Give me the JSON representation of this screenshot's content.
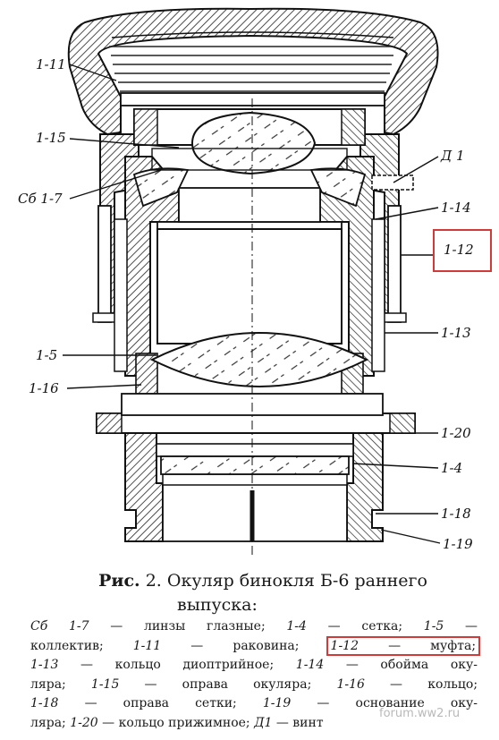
{
  "labels": {
    "l1_11": "1-11",
    "l1_15": "1-15",
    "lsb1_7": "Сб 1-7",
    "ld1": "Д 1",
    "l1_14": "1-14",
    "l1_12": "1-12",
    "l1_5": "1-5",
    "l1_13": "1-13",
    "l1_16": "1-16",
    "l1_20": "1-20",
    "l1_4": "1-4",
    "l1_18": "1-18",
    "l1_19": "1-19"
  },
  "caption": {
    "prefix": "Рис.",
    "number": "2.",
    "text1": "Окуляр бинокля Б-6 раннего",
    "text2": "выпуска:"
  },
  "legend": [
    {
      "code": "Сб 1-7",
      "text": "— линзы глазные;"
    },
    {
      "code": "1-4",
      "text": "— сетка;"
    },
    {
      "code": "1-5",
      "text": "—"
    },
    {
      "code": "",
      "text": "коллектив;"
    },
    {
      "code": "1-11",
      "text": "— раковина;"
    },
    {
      "code": "1-12",
      "text": "— муфта;"
    },
    {
      "code": "1-13",
      "text": "— кольцо диоптрийное;"
    },
    {
      "code": "1-14",
      "text": "— обойма оку-"
    },
    {
      "code": "",
      "text": "ляра;"
    },
    {
      "code": "1-15",
      "text": "— оправа окуляра;"
    },
    {
      "code": "1-16",
      "text": "— кольцо;"
    },
    {
      "code": "1-18",
      "text": "— оправа сетки;"
    },
    {
      "code": "1-19",
      "text": "— основание оку-"
    },
    {
      "code": "",
      "text": "ляра;"
    },
    {
      "code": "1-20",
      "text": "— кольцо прижимное;"
    },
    {
      "code": "Д1",
      "text": "— винт"
    }
  ],
  "watermark": "forum.ww2.ru",
  "colors": {
    "highlight": "#d23a3a",
    "ink": "#1a1a1a"
  }
}
